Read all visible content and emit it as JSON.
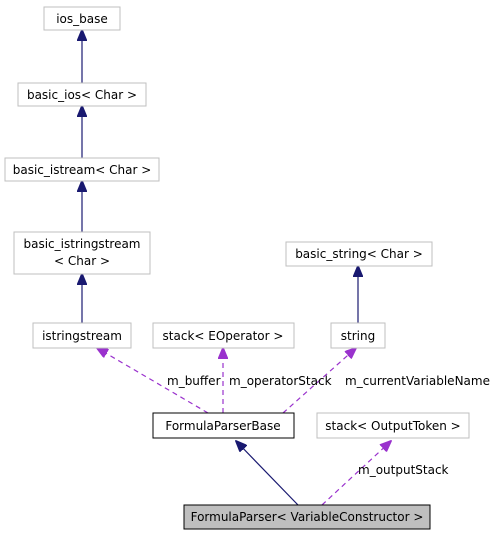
{
  "colors": {
    "inheritance": "#191970",
    "usage": "#9a32cd",
    "node_border": "#bfbfbf",
    "node_border_strong": "#000000",
    "focus_fill": "#bfbfbf"
  },
  "nodes": {
    "ios_base": "ios_base",
    "basic_ios": "basic_ios< Char >",
    "basic_istream": "basic_istream< Char >",
    "basic_istringstream_1": "basic_istringstream",
    "basic_istringstream_2": "< Char >",
    "istringstream": "istringstream",
    "stack_eoperator": "stack< EOperator >",
    "basic_string": "basic_string< Char >",
    "string": "string",
    "formula_parser_base": "FormulaParserBase",
    "stack_outputtoken": "stack< OutputToken >",
    "formula_parser": "FormulaParser< VariableConstructor >"
  },
  "edge_labels": {
    "m_buffer": "m_buffer",
    "m_operatorStack": "m_operatorStack",
    "m_currentVariableName": "m_currentVariableName",
    "m_outputStack": "m_outputStack"
  }
}
